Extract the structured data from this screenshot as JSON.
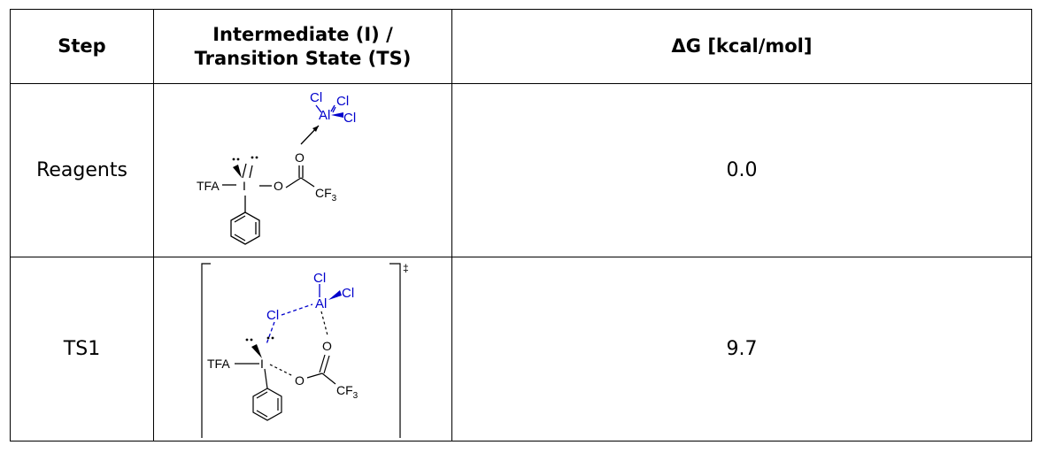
{
  "table": {
    "headers": {
      "step": "Step",
      "structure_line1": "Intermediate (I) /",
      "structure_line2": "Transition State (TS)",
      "dg": "ΔG [kcal/mol]"
    },
    "rows": [
      {
        "step": "Reagents",
        "dg": "0.0",
        "structure": {
          "labels": {
            "cl1": "Cl",
            "cl2": "Cl",
            "cl3": "Cl",
            "al": "Al",
            "o_carbonyl": "O",
            "o_ester": "O",
            "iodine": "I",
            "tfa": "TFA",
            "cf3": "CF",
            "cf3_sub": "3"
          },
          "colors": {
            "aluminum_chloride": "#0000cc",
            "bonds": "#000000"
          }
        }
      },
      {
        "step": "TS1",
        "dg": "9.7",
        "structure": {
          "labels": {
            "cl1": "Cl",
            "cl2": "Cl",
            "cl_bridge": "Cl",
            "al": "Al",
            "o_carbonyl": "O",
            "o_ester": "O",
            "iodine": "I",
            "tfa": "TFA",
            "cf3": "CF",
            "cf3_sub": "3",
            "double_dagger": "‡"
          },
          "colors": {
            "aluminum_chloride": "#0000cc",
            "bonds": "#000000"
          }
        }
      }
    ]
  }
}
